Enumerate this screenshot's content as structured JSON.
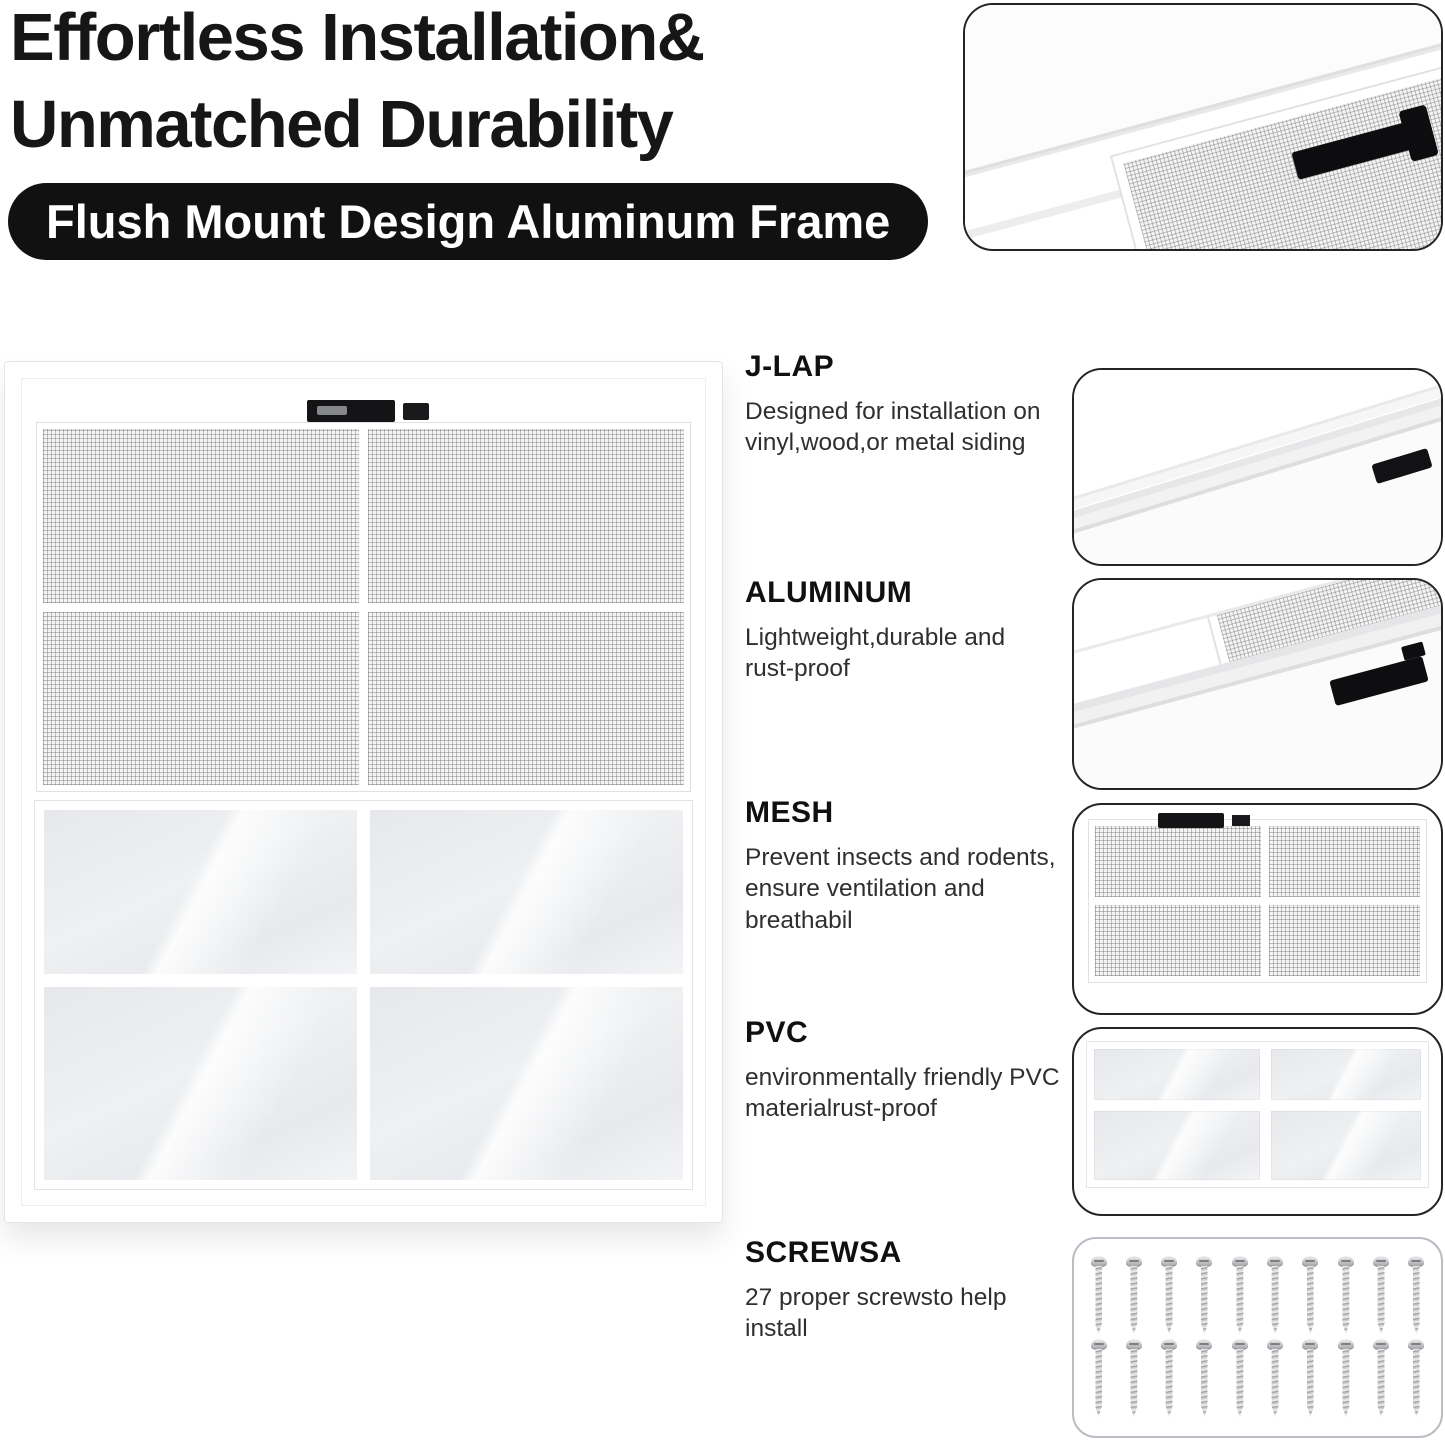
{
  "header": {
    "title_line1": "Effortless Installation&",
    "title_line2": "Unmatched Durability",
    "badge_label": "Flush Mount Design Aluminum Frame"
  },
  "features": [
    {
      "name": "J-LAP",
      "description": "Designed for installation on vinyl,wood,or metal siding"
    },
    {
      "name": "ALUMINUM",
      "description": "Lightweight,durable and rust-proof"
    },
    {
      "name": "MESH",
      "description": "Prevent insects and rodents, ensure ventilation and breathabil"
    },
    {
      "name": "PVC",
      "description": "environmentally friendly PVC materialrust-proof"
    },
    {
      "name": "SCREWSA",
      "description": "27 proper screwsto help install"
    }
  ],
  "photos": {
    "hero_corner": "flush-mount-frame-corner-closeup",
    "window": "white-screen-window-product",
    "jlap_detail": "j-lap-frame-corner-closeup",
    "aluminum_detail": "aluminum-frame-profile-closeup",
    "mesh_detail": "mesh-screen-closeup",
    "pvc_detail": "pvc-grid-glass-closeup",
    "screws_detail": "installation-screws"
  },
  "screws": {
    "rows": 2,
    "per_row": 10
  },
  "colors": {
    "accent": "#111111",
    "badge-bg": "#111111",
    "badge-text": "#ffffff",
    "title-text": "#161617",
    "body-text": "#2f2f31",
    "photo-border": "#242424",
    "screwbox-border": "#b9bec4",
    "glass-tint": "#e7e9ec"
  }
}
